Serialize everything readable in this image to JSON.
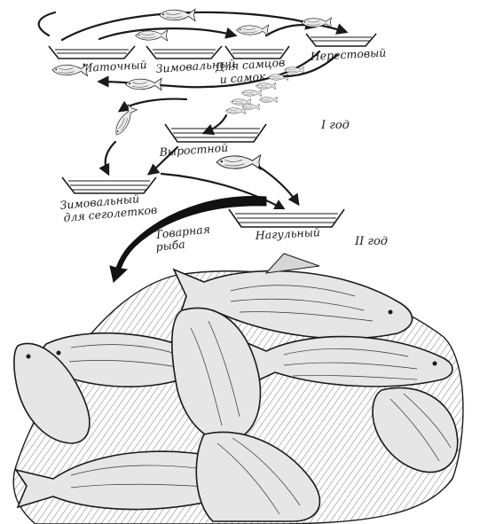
{
  "ponds": {
    "brood": "Маточный",
    "wintering_breeders_l1": "Зимовальный",
    "wintering_breeders_l2": "Для самцов",
    "wintering_breeders_l3": "и самок",
    "spawning": "Нерестовый",
    "nursery": "Выростной",
    "wintering_fry_l1": "Зимовальный",
    "wintering_fry_l2": "для сеголетков",
    "feeding": "Нагульный"
  },
  "years": {
    "year1": "I год",
    "year2": "II год"
  },
  "outcome": {
    "line1": "Товарная",
    "line2": "рыба"
  }
}
